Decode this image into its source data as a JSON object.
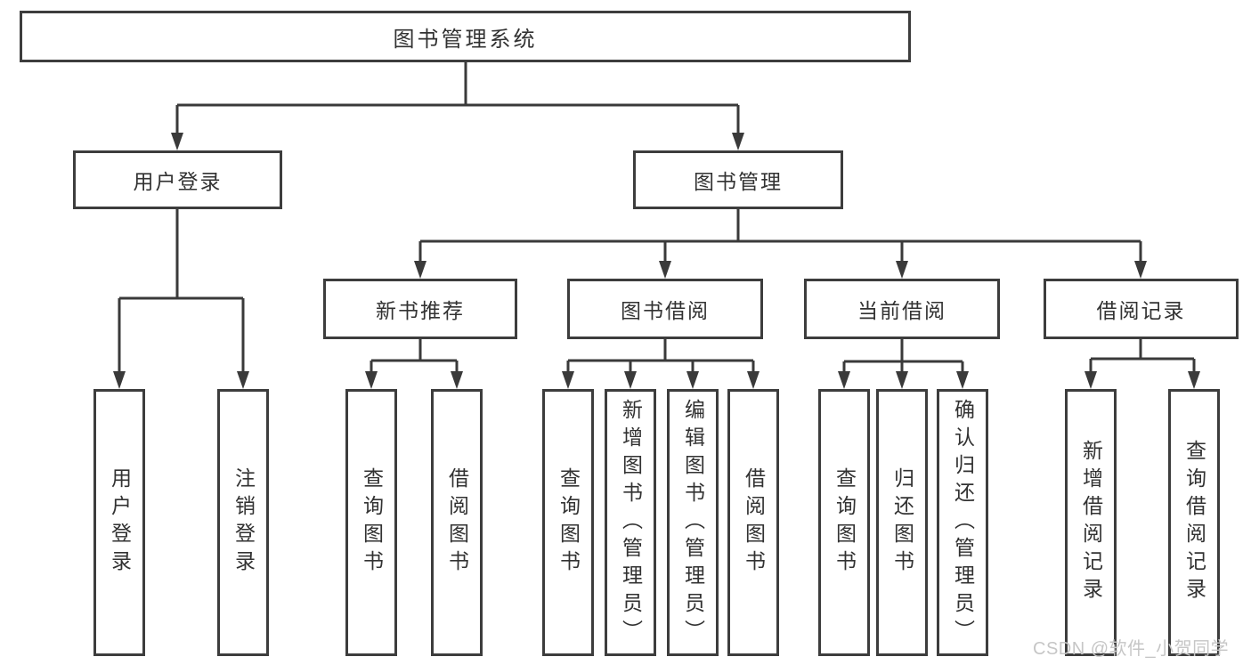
{
  "nodes": {
    "root": {
      "label": "图书管理系统"
    },
    "user_login": {
      "label": "用户登录"
    },
    "book_mgmt": {
      "label": "图书管理"
    },
    "new_books": {
      "label": "新书推荐"
    },
    "book_borrow": {
      "label": "图书借阅"
    },
    "current_borrow": {
      "label": "当前借阅"
    },
    "borrow_records": {
      "label": "借阅记录"
    }
  },
  "leaves": [
    {
      "label": "用户登录",
      "parent": "用户登录"
    },
    {
      "label": "注销登录",
      "parent": "用户登录"
    },
    {
      "label": "查询图书",
      "parent": "新书推荐"
    },
    {
      "label": "借阅图书",
      "parent": "新书推荐"
    },
    {
      "label": "查询图书",
      "parent": "图书借阅"
    },
    {
      "label": "新增图书（管理员）",
      "parent": "图书借阅"
    },
    {
      "label": "编辑图书（管理员）",
      "parent": "图书借阅"
    },
    {
      "label": "借阅图书",
      "parent": "图书借阅"
    },
    {
      "label": "查询图书",
      "parent": "当前借阅"
    },
    {
      "label": "归还图书",
      "parent": "当前借阅"
    },
    {
      "label": "确认归还（管理员）",
      "parent": "当前借阅"
    },
    {
      "label": "新增借阅记录",
      "parent": "借阅记录"
    },
    {
      "label": "查询借阅记录",
      "parent": "借阅记录"
    }
  ],
  "watermark": {
    "text": "CSDN @软件_小贺同学"
  },
  "colors": {
    "line": "#3a3a3a",
    "border": "#3d3d3d",
    "text": "#323232",
    "watermark": "#c6c6c6",
    "background": "#ffffff"
  }
}
